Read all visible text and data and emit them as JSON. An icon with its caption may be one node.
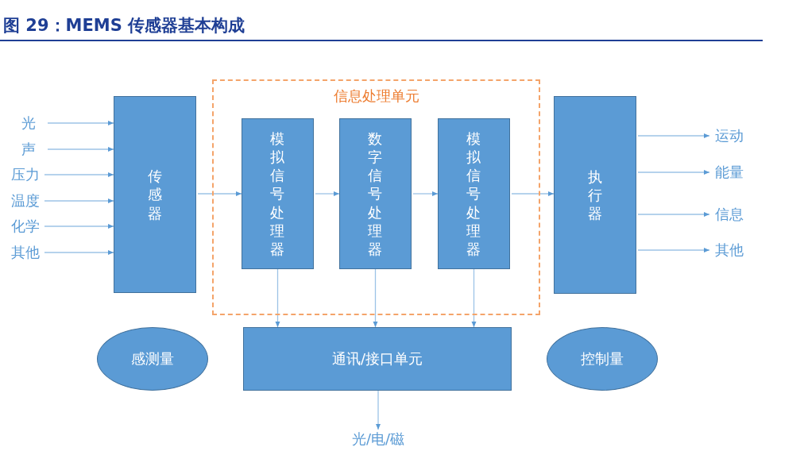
{
  "diagram": {
    "title": "图 29：MEMS 传感器基本构成",
    "nodes": [
      {
        "text": [
          "光"
        ]
      },
      {
        "text": [
          "声"
        ]
      },
      {
        "text": [
          "压力"
        ]
      },
      {
        "text": [
          "温度"
        ]
      },
      {
        "text": [
          "化学"
        ]
      },
      {
        "text": [
          "其他"
        ]
      },
      {
        "text": [
          "传感器"
        ]
      },
      {
        "text": [
          "信息处理单元"
        ]
      },
      {
        "text": [
          "模拟信号处理器"
        ],
        "in": 7
      },
      {
        "text": [
          "数字信号处理器"
        ],
        "in": 7
      },
      {
        "text": [
          "模拟信号处理器"
        ],
        "in": 7
      },
      {
        "text": [
          "执行器"
        ]
      },
      {
        "text": [
          "运动"
        ]
      },
      {
        "text": [
          "能量"
        ]
      },
      {
        "text": [
          "信息"
        ]
      },
      {
        "text": [
          "其他"
        ]
      },
      {
        "text": [
          "感测量"
        ]
      },
      {
        "text": [
          "通讯/接口单元"
        ]
      },
      {
        "text": [
          "控制量"
        ]
      },
      {
        "text": [
          "光/电/磁"
        ]
      }
    ],
    "edges": [
      {
        "from": 0,
        "to": 6,
        "arrow": "to"
      },
      {
        "from": 1,
        "to": 6,
        "arrow": "to"
      },
      {
        "from": 2,
        "to": 6,
        "arrow": "to"
      },
      {
        "from": 3,
        "to": 6,
        "arrow": "to"
      },
      {
        "from": 4,
        "to": 6,
        "arrow": "to"
      },
      {
        "from": 5,
        "to": 6,
        "arrow": "to"
      },
      {
        "from": 6,
        "to": 8,
        "arrow": "to"
      },
      {
        "from": 8,
        "to": 9,
        "arrow": "to"
      },
      {
        "from": 9,
        "to": 10,
        "arrow": "to"
      },
      {
        "from": 10,
        "to": 11,
        "arrow": "to"
      },
      {
        "from": 11,
        "to": 12,
        "arrow": "to"
      },
      {
        "from": 11,
        "to": 13,
        "arrow": "to"
      },
      {
        "from": 11,
        "to": 14,
        "arrow": "to"
      },
      {
        "from": 11,
        "to": 15,
        "arrow": "to"
      },
      {
        "from": 8,
        "to": 17,
        "arrow": "to"
      },
      {
        "from": 9,
        "to": 17,
        "arrow": "to"
      },
      {
        "from": 10,
        "to": 17,
        "arrow": "to"
      },
      {
        "from": 17,
        "to": 19,
        "arrow": "to"
      }
    ]
  }
}
